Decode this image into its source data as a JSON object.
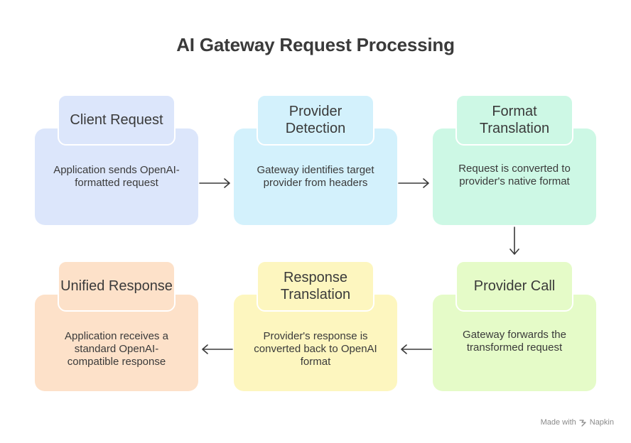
{
  "title": "AI Gateway Request Processing",
  "steps": [
    {
      "title": "Client Request",
      "desc": "Application sends OpenAI-formatted request",
      "color": "#dce6fb"
    },
    {
      "title": "Provider Detection",
      "desc": "Gateway identifies target provider from headers",
      "color": "#d3f1fc"
    },
    {
      "title": "Format Translation",
      "desc": "Request is converted to provider's native format",
      "color": "#cdf8e5"
    },
    {
      "title": "Provider Call",
      "desc": "Gateway forwards the transformed request",
      "color": "#e5fbc8"
    },
    {
      "title": "Response Translation",
      "desc": "Provider's response is converted back to OpenAI format",
      "color": "#fdf6bf"
    },
    {
      "title": "Unified Response",
      "desc": "Application receives a standard OpenAI-compatible response",
      "color": "#fde1c9"
    }
  ],
  "footer": {
    "made_with": "Made with",
    "brand": "Napkin"
  }
}
